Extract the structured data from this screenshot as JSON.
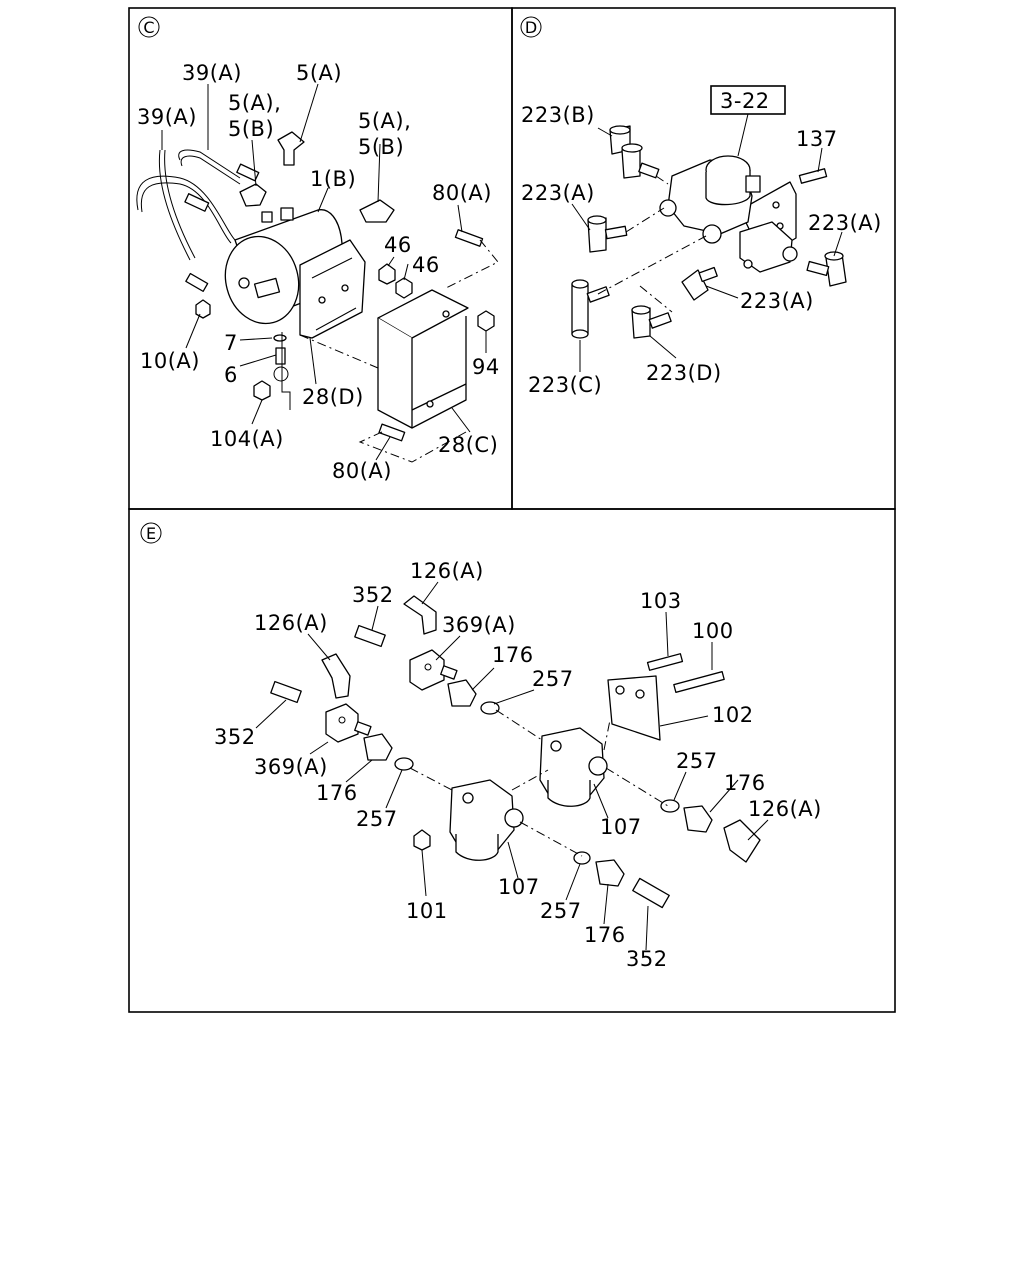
{
  "sections": {
    "c": {
      "marker": "C"
    },
    "d": {
      "marker": "D"
    },
    "e": {
      "marker": "E"
    }
  },
  "labels": {
    "c": [
      "39(A)",
      "5(A)",
      "5(A),",
      "5(B)",
      "39(A)",
      "5(A),",
      "5(B)",
      "1(B)",
      "80(A)",
      "46",
      "46",
      "10(A)",
      "7",
      "6",
      "28(D)",
      "94",
      "104(A)",
      "28(C)",
      "80(A)"
    ],
    "d": [
      "3-22",
      "223(B)",
      "137",
      "223(A)",
      "223(A)",
      "223(A)",
      "223(C)",
      "223(D)"
    ],
    "e": [
      "126(A)",
      "352",
      "369(A)",
      "126(A)",
      "176",
      "103",
      "100",
      "257",
      "102",
      "352",
      "369(A)",
      "176",
      "257",
      "257",
      "176",
      "126(A)",
      "107",
      "107",
      "101",
      "257",
      "176",
      "352"
    ]
  }
}
